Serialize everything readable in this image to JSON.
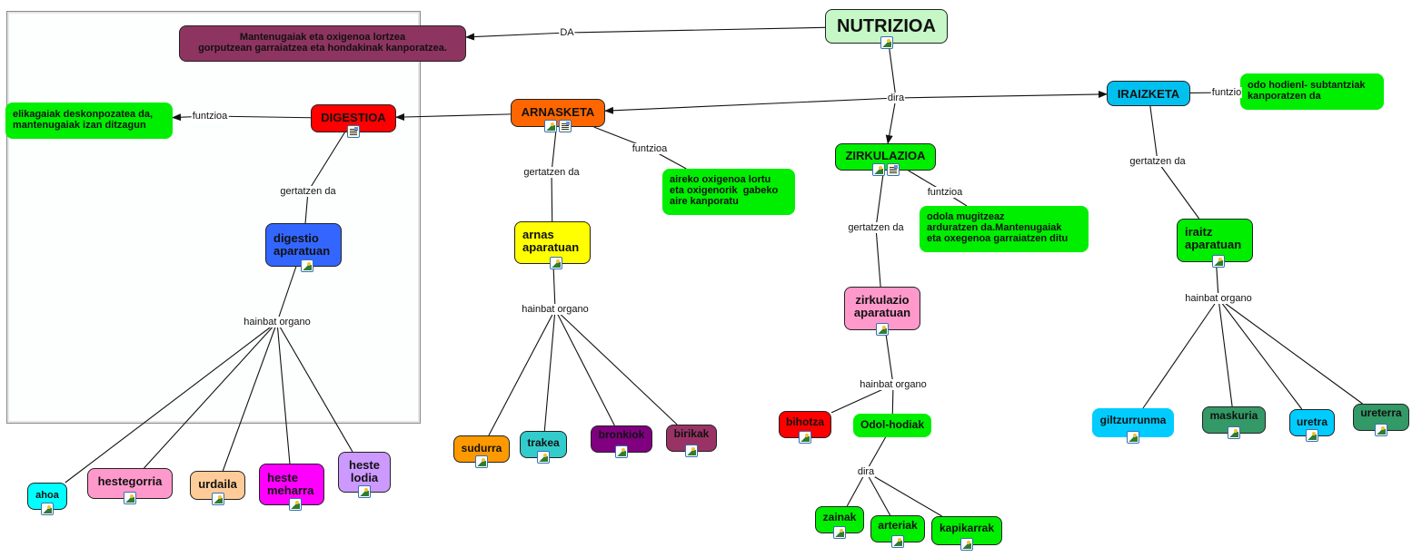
{
  "title": "NUTRIZIOA",
  "colors": {
    "nutrizioa": "#c6f7c6",
    "definition": "#8e3461",
    "digestioa": "#ff0000",
    "arnasketa": "#ff6600",
    "iraizketa": "#00c0f0",
    "zirkulazioa": "#00ee00",
    "function_box": "#00ee00",
    "digestio_aparatua": "#3366ff",
    "arnas_aparatua": "#ffff00",
    "zirkulazio_aparatua": "#ff99cc",
    "iraitz_aparatua": "#00ee00",
    "ahoa": "#00ffff",
    "hestegorria": "#ff99cc",
    "urdaila": "#ffcc99",
    "heste_meharra": "#ff00ff",
    "heste_lodia": "#cc99ff",
    "sudurra": "#ff9900",
    "trakea": "#33cccc",
    "bronkiok": "#800080",
    "birikak": "#993366",
    "bihotza": "#ff0000",
    "odol_hodiak": "#00ee00",
    "giltzurrunma": "#00ccff",
    "maskuria": "#339966",
    "uretra": "#00ccff",
    "ureterra": "#339966"
  },
  "nodes": [
    {
      "id": "nutrizioa",
      "text": "NUTRIZIOA",
      "icons": [
        "image"
      ]
    },
    {
      "id": "definition",
      "text": "Mantenugaiak eta oxigenoa lortzea\ngorputzean garraiatzea eta hondakinak kanporatzea.",
      "icons": []
    },
    {
      "id": "digestioa",
      "text": "DIGESTIOA",
      "icons": [
        "document"
      ]
    },
    {
      "id": "arnasketa",
      "text": "ARNASKETA",
      "icons": [
        "image",
        "document"
      ]
    },
    {
      "id": "zirkulazioa",
      "text": "ZIRKULAZIOA",
      "icons": [
        "image",
        "document"
      ]
    },
    {
      "id": "iraizketa",
      "text": "IRAIZKETA",
      "icons": []
    },
    {
      "id": "dig_funtzioa",
      "text": "elikagaiak deskonpozatea da,\nmantenugaiak izan ditzagun",
      "icons": []
    },
    {
      "id": "arn_funtzioa",
      "text": "aireko oxigenoa lortu\neta oxigenorik  gabeko\naire kanporatu",
      "icons": []
    },
    {
      "id": "zirk_funtzioa",
      "text": "odola mugitzeaz\narduratzen da.Mantenugaiak\neta oxegenoa garraiatzen ditu",
      "icons": []
    },
    {
      "id": "irai_funtzioa",
      "text": "odo hodienl- subtantziak\nkanporatzen da",
      "icons": []
    },
    {
      "id": "digestio_aparatua",
      "text": "digestio\naparatuan",
      "icons": [
        "image"
      ]
    },
    {
      "id": "arnas_aparatua",
      "text": "arnas\naparatuan",
      "icons": [
        "image"
      ]
    },
    {
      "id": "zirkulazio_aparatua",
      "text": "zirkulazio\naparatuan",
      "icons": [
        "image"
      ]
    },
    {
      "id": "iraitz_aparatua",
      "text": "iraitz\naparatuan",
      "icons": [
        "image"
      ]
    },
    {
      "id": "ahoa",
      "text": "ahoa",
      "icons": [
        "image"
      ]
    },
    {
      "id": "hestegorria",
      "text": "hestegorria",
      "icons": [
        "image"
      ]
    },
    {
      "id": "urdaila",
      "text": "urdaila",
      "icons": [
        "image"
      ]
    },
    {
      "id": "heste_meharra",
      "text": "heste\nmeharra",
      "icons": [
        "image"
      ]
    },
    {
      "id": "heste_lodia",
      "text": "heste\nlodia",
      "icons": [
        "image"
      ]
    },
    {
      "id": "sudurra",
      "text": "sudurra",
      "icons": [
        "image"
      ]
    },
    {
      "id": "trakea",
      "text": "trakea",
      "icons": [
        "image"
      ]
    },
    {
      "id": "bronkiok",
      "text": "bronkiok",
      "icons": [
        "image"
      ]
    },
    {
      "id": "birikak",
      "text": "birikak",
      "icons": [
        "image"
      ]
    },
    {
      "id": "bihotza",
      "text": "bihotza",
      "icons": [
        "image"
      ]
    },
    {
      "id": "odol_hodiak",
      "text": "Odol-hodiak",
      "icons": []
    },
    {
      "id": "zainak",
      "text": "zainak",
      "icons": [
        "image"
      ]
    },
    {
      "id": "arteriak",
      "text": "arteriak",
      "icons": [
        "image"
      ]
    },
    {
      "id": "kapikarrak",
      "text": "kapikarrak",
      "icons": [
        "image"
      ]
    },
    {
      "id": "giltzurrunma",
      "text": "giltzurrunma",
      "icons": [
        "image"
      ]
    },
    {
      "id": "maskuria",
      "text": "maskuria",
      "icons": [
        "image"
      ]
    },
    {
      "id": "uretra",
      "text": "uretra",
      "icons": [
        "image"
      ]
    },
    {
      "id": "ureterra",
      "text": "ureterra",
      "icons": [
        "image"
      ]
    }
  ],
  "link_labels": [
    {
      "id": "da",
      "text": "DA",
      "from": "nutrizioa",
      "to": [
        "definition"
      ]
    },
    {
      "id": "dira_main",
      "text": "dira",
      "from": "nutrizioa",
      "to": [
        "arnasketa",
        "iraizketa",
        "zirkulazioa"
      ]
    },
    {
      "id": "arn_dig",
      "text": "",
      "from": "arnasketa",
      "to": [
        "digestioa"
      ]
    },
    {
      "id": "dig_fun",
      "text": "funtzioa",
      "from": "digestioa",
      "to": [
        "dig_funtzioa"
      ]
    },
    {
      "id": "arn_fun",
      "text": "funtzioa",
      "from": "arnasketa",
      "to": [
        "arn_funtzioa"
      ]
    },
    {
      "id": "zirk_fun",
      "text": "funtzioa",
      "from": "zirkulazioa",
      "to": [
        "zirk_funtzioa"
      ]
    },
    {
      "id": "irai_fun",
      "text": "funtzio",
      "from": "iraizketa",
      "to": [
        "irai_funtzioa"
      ]
    },
    {
      "id": "dig_ger",
      "text": "gertatzen da",
      "from": "digestioa",
      "to": [
        "digestio_aparatua"
      ]
    },
    {
      "id": "arn_ger",
      "text": "gertatzen da",
      "from": "arnasketa",
      "to": [
        "arnas_aparatua"
      ]
    },
    {
      "id": "zirk_ger",
      "text": "gertatzen da",
      "from": "zirkulazioa",
      "to": [
        "zirkulazio_aparatua"
      ]
    },
    {
      "id": "irai_ger",
      "text": "gertatzen da",
      "from": "iraizketa",
      "to": [
        "iraitz_aparatua"
      ]
    },
    {
      "id": "dig_org",
      "text": "hainbat organo",
      "from": "digestio_aparatua",
      "to": [
        "ahoa",
        "hestegorria",
        "urdaila",
        "heste_meharra",
        "heste_lodia"
      ]
    },
    {
      "id": "arn_org",
      "text": "hainbat organo",
      "from": "arnas_aparatua",
      "to": [
        "sudurra",
        "trakea",
        "bronkiok",
        "birikak"
      ]
    },
    {
      "id": "zirk_org",
      "text": "hainbat organo",
      "from": "zirkulazio_aparatua",
      "to": [
        "bihotza",
        "odol_hodiak"
      ]
    },
    {
      "id": "odol_dira",
      "text": "dira",
      "from": "odol_hodiak",
      "to": [
        "zainak",
        "arteriak",
        "kapikarrak"
      ]
    },
    {
      "id": "irai_org",
      "text": "hainbat organo",
      "from": "iraitz_aparatua",
      "to": [
        "giltzurrunma",
        "maskuria",
        "uretra",
        "ureterra"
      ]
    }
  ]
}
